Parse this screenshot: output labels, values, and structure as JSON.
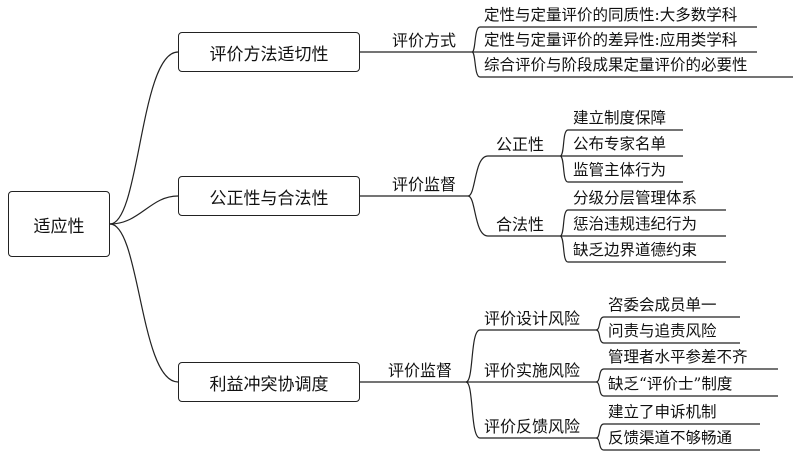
{
  "root": {
    "label": "适应性"
  },
  "branches": [
    {
      "label": "评价方法适切性",
      "connector": "评价方式",
      "groups": [
        {
          "label": "",
          "leaves": [
            "定性与定量评价的同质性:大多数学科",
            "定性与定量评价的差异性:应用类学科",
            "综合评价与阶段成果定量评价的必要性"
          ]
        }
      ]
    },
    {
      "label": "公正性与合法性",
      "connector": "评价监督",
      "groups": [
        {
          "label": "公正性",
          "leaves": [
            "建立制度保障",
            "公布专家名单",
            "监管主体行为"
          ]
        },
        {
          "label": "合法性",
          "leaves": [
            "分级分层管理体系",
            "惩治违规违纪行为",
            "缺乏边界道德约束"
          ]
        }
      ]
    },
    {
      "label": "利益冲突协调度",
      "connector": "评价监督",
      "groups": [
        {
          "label": "评价设计风险",
          "leaves": [
            "咨委会成员单一",
            "问责与追责风险"
          ]
        },
        {
          "label": "评价实施风险",
          "leaves": [
            "管理者水平参差不齐",
            "缺乏“评价士”制度"
          ]
        },
        {
          "label": "评价反馈风险",
          "leaves": [
            "建立了申诉机制",
            "反馈渠道不够畅通"
          ]
        }
      ]
    }
  ]
}
